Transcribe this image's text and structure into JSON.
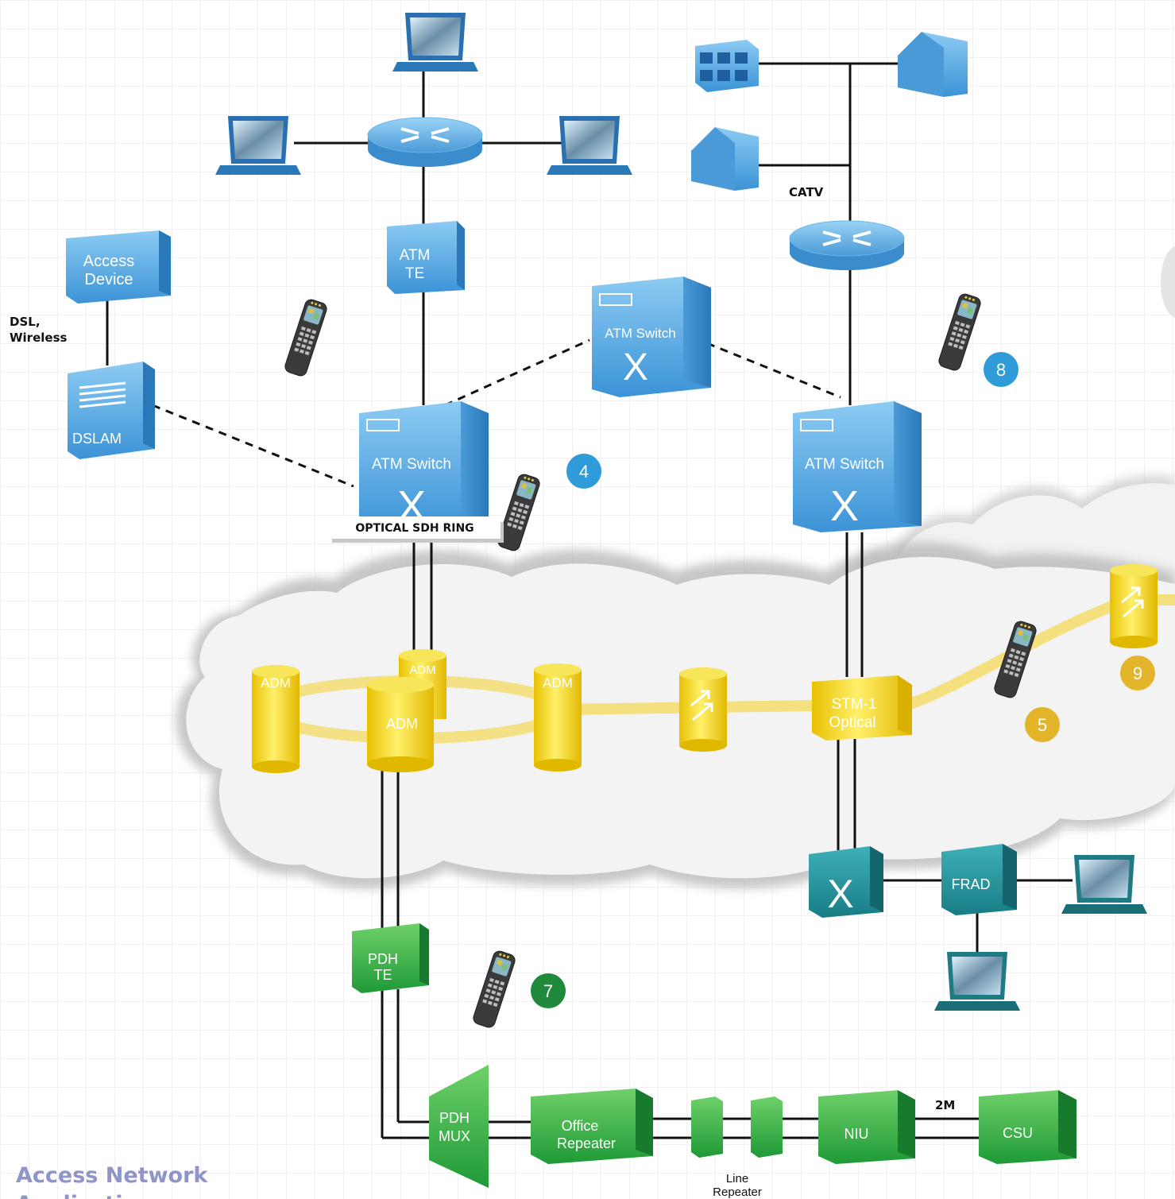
{
  "devices": {
    "access_device": "Access Device",
    "dslam": "DSLAM",
    "atm_te": [
      "ATM",
      "TE"
    ],
    "atm_switch": "ATM Switch",
    "adm": "ADM",
    "stm1": [
      "STM-1",
      "Optical"
    ],
    "frad": "FRAD",
    "pdh_te": [
      "PDH",
      "TE"
    ],
    "pdh_mux": [
      "PDH",
      "MUX"
    ],
    "office_repeater": [
      "Office",
      "Repeater"
    ],
    "line_repeater": [
      "Line",
      "Repeater"
    ],
    "niu": "NIU",
    "csu": "CSU"
  },
  "links": {
    "dsl_wireless": [
      "DSL,",
      "Wireless"
    ],
    "catv": "CATV",
    "two_m": "2M"
  },
  "ring_label": "OPTICAL SDH RING",
  "markers": [
    {
      "num": "4",
      "color": "#2f9bd8"
    },
    {
      "num": "5",
      "color": "#e2b52a"
    },
    {
      "num": "7",
      "color": "#1f8a3c"
    },
    {
      "num": "8",
      "color": "#2f9bd8"
    },
    {
      "num": "9",
      "color": "#e2b52a"
    }
  ],
  "footer_title": "Access Network Applications",
  "colors": {
    "blue": "#5aa9e6",
    "yellow": "#f2d21b",
    "green": "#3ab34a",
    "teal": "#1e8a93",
    "cloud": "#f2f2f2"
  }
}
